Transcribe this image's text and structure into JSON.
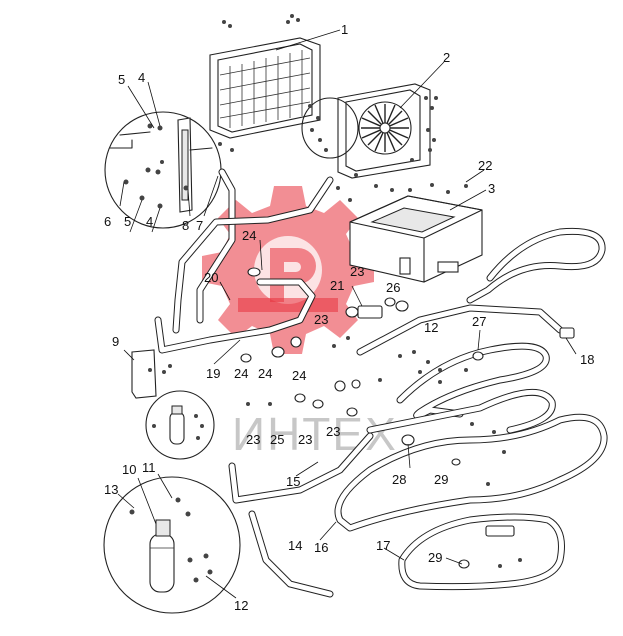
{
  "diagram": {
    "callouts": {
      "p1": "1",
      "p2": "2",
      "p3": "3",
      "p4a": "4",
      "p4b": "4",
      "p5a": "5",
      "p5b": "5",
      "p6": "6",
      "p7": "7",
      "p8": "8",
      "p9": "9",
      "p10": "10",
      "p11": "11",
      "p12a": "12",
      "p12b": "12",
      "p13": "13",
      "p14": "14",
      "p15": "15",
      "p16": "16",
      "p17": "17",
      "p18": "18",
      "p19": "19",
      "p20": "20",
      "p21": "21",
      "p22": "22",
      "p23a": "23",
      "p23b": "23",
      "p23c": "23",
      "p23d": "23",
      "p23e": "23",
      "p24a": "24",
      "p24b": "24",
      "p24c": "24",
      "p24d": "24",
      "p25": "25",
      "p26": "26",
      "p27": "27",
      "p28": "28",
      "p29a": "29",
      "p29b": "29"
    },
    "watermark": {
      "text": "ИНТЕХ",
      "color": "#e8323c"
    }
  }
}
